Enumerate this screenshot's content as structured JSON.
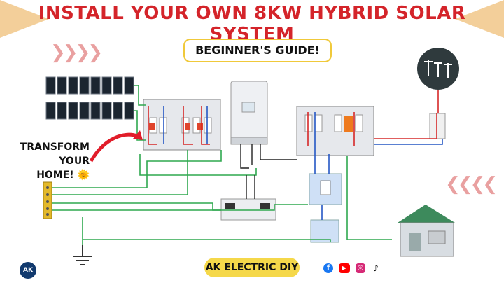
{
  "title": "INSTALL YOUR OWN 8KW HYBRID SOLAR SYSTEM",
  "subtitle": "BEGINNER'S GUIDE!",
  "callout": {
    "line1": "TRANSFORM YOUR",
    "line2": "HOME! 🌞"
  },
  "brand": "AK ELECTRIC DIY",
  "logo_text": "AK",
  "decor": {
    "left_chevrons": "❯❯❯❯",
    "right_chevrons": "❮❮❮❮"
  },
  "social": [
    {
      "name": "facebook-icon",
      "color": "#1877f2",
      "glyph": "f"
    },
    {
      "name": "youtube-icon",
      "color": "#ff0000",
      "glyph": "▶"
    },
    {
      "name": "instagram-icon",
      "color": "#d62976",
      "glyph": "◎"
    },
    {
      "name": "tiktok-icon",
      "color": "#111111",
      "glyph": "♪"
    }
  ],
  "colors": {
    "title": "#d4242a",
    "brand_bg": "#f5d84a",
    "wire_green": "#2fa84f",
    "wire_red": "#d62828"
  }
}
